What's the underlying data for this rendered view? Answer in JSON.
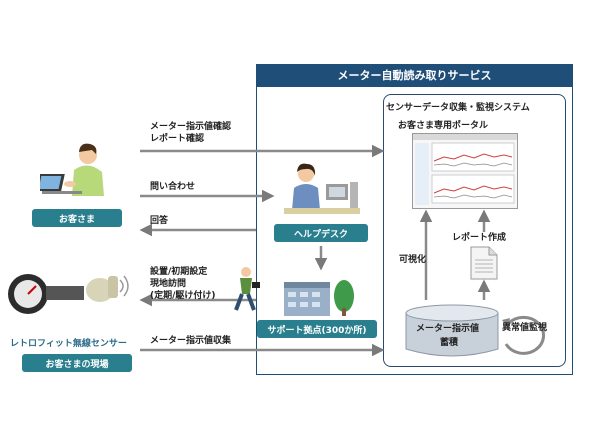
{
  "service": {
    "title": "メーター自動読み取りサービス",
    "system_title": "センサーデータ収集・監視システム",
    "portal_label": "お客さま専用ポータル"
  },
  "actors": {
    "customer": "お客さま",
    "helpdesk": "ヘルプデスク",
    "support_base": "サポート拠点(300か所)",
    "site": "お客さまの現場",
    "sensor": "レトロフィット無線センサー"
  },
  "flows": {
    "meter_check_1": "メーター指示値確認",
    "meter_check_2": "レポート確認",
    "inquiry": "問い合わせ",
    "answer": "回答",
    "visit_1": "設置/初期設定",
    "visit_2": "現地訪問",
    "visit_3": "(定期/駆け付け)",
    "collect": "メーター指示値収集"
  },
  "system": {
    "visualize": "可視化",
    "report": "レポート作成",
    "storage_1": "メーター指示値",
    "storage_2": "蓄積",
    "monitor": "異常値監視"
  }
}
